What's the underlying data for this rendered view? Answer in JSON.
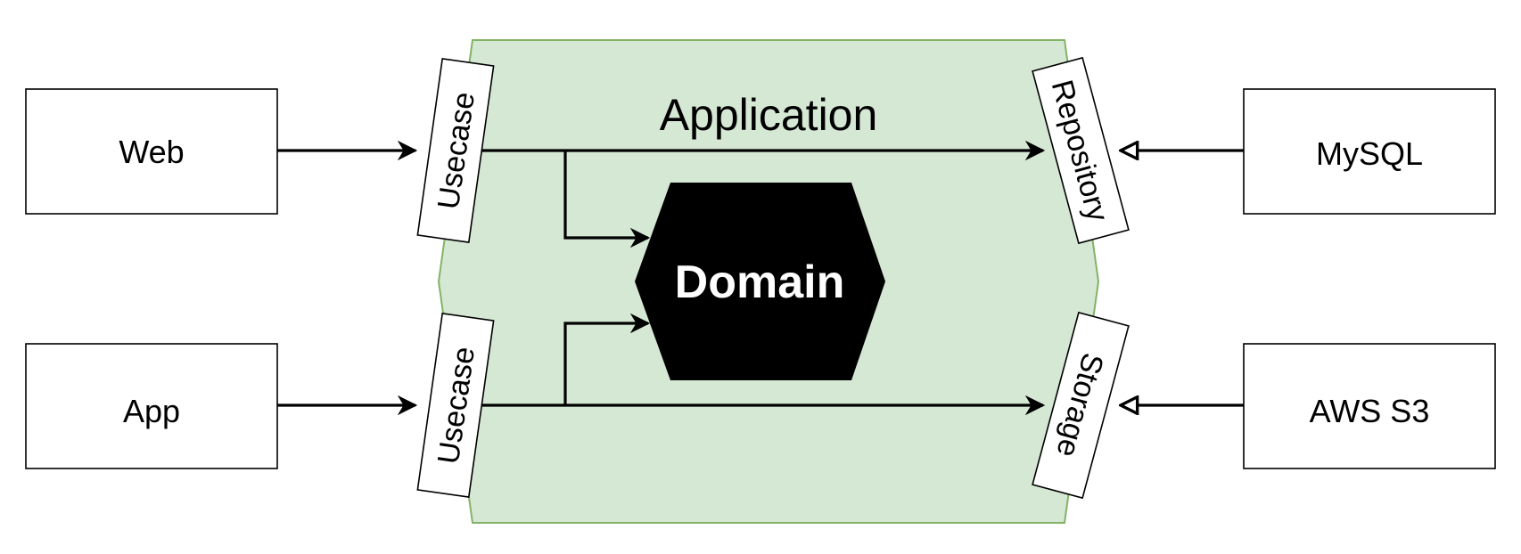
{
  "diagram": {
    "application": {
      "title": "Application",
      "fill": "#d5e8d4",
      "stroke": "#82b366"
    },
    "domain": {
      "label": "Domain",
      "fill": "#000000",
      "text_color": "#ffffff"
    },
    "inbound": [
      {
        "id": "web",
        "label": "Web",
        "port": "Usecase"
      },
      {
        "id": "app",
        "label": "App",
        "port": "Usecase"
      }
    ],
    "outbound": [
      {
        "id": "mysql",
        "label": "MySQL",
        "port": "Repository"
      },
      {
        "id": "aws-s3",
        "label": "AWS S3",
        "port": "Storage"
      }
    ],
    "edges": [
      {
        "from": "Web",
        "to": "Usecase",
        "arrow": "filled"
      },
      {
        "from": "App",
        "to": "Usecase",
        "arrow": "filled"
      },
      {
        "from": "Usecase",
        "to": "Repository",
        "arrow": "filled"
      },
      {
        "from": "Usecase",
        "to": "Storage",
        "arrow": "filled"
      },
      {
        "from": "Usecase",
        "to": "Domain",
        "arrow": "filled"
      },
      {
        "from": "Usecase",
        "to": "Domain",
        "arrow": "filled"
      },
      {
        "from": "MySQL",
        "to": "Repository",
        "arrow": "open"
      },
      {
        "from": "AWS S3",
        "to": "Storage",
        "arrow": "open"
      }
    ]
  }
}
